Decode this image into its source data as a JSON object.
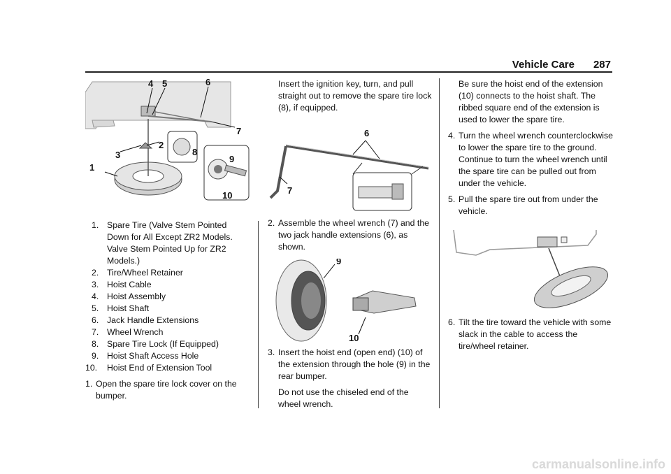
{
  "header": {
    "title": "Vehicle Care",
    "page": "287"
  },
  "legend": [
    {
      "num": "1.",
      "text": "Spare Tire (Valve Stem Pointed Down for All Except ZR2 Models. Valve Stem Pointed Up for ZR2 Models.)"
    },
    {
      "num": "2.",
      "text": "Tire/Wheel Retainer"
    },
    {
      "num": "3.",
      "text": "Hoist Cable"
    },
    {
      "num": "4.",
      "text": "Hoist Assembly"
    },
    {
      "num": "5.",
      "text": "Hoist Shaft"
    },
    {
      "num": "6.",
      "text": "Jack Handle Extensions"
    },
    {
      "num": "7.",
      "text": "Wheel Wrench"
    },
    {
      "num": "8.",
      "text": "Spare Tire Lock (If Equipped)"
    },
    {
      "num": "9.",
      "text": "Hoist Shaft Access Hole"
    },
    {
      "num": "10.",
      "text": "Hoist End of Extension Tool"
    }
  ],
  "steps": {
    "s1": {
      "num": "1.",
      "text": "Open the spare tire lock cover on the bumper."
    },
    "s1_cont": "Insert the ignition key, turn, and pull straight out to remove the spare tire lock (8), if equipped.",
    "s2": {
      "num": "2.",
      "text": "Assemble the wheel wrench (7) and the two jack handle extensions (6), as shown."
    },
    "s3": {
      "num": "3.",
      "text": "Insert the hoist end (open end) (10) of the extension through the hole (9) in the rear bumper."
    },
    "s3_note": "Do not use the chiseled end of the wheel wrench.",
    "s3_cont": "Be sure the hoist end of the extension (10) connects to the hoist shaft. The ribbed square end of the extension is used to lower the spare tire.",
    "s4": {
      "num": "4.",
      "text": "Turn the wheel wrench counterclockwise to lower the spare tire to the ground. Continue to turn the wheel wrench until the spare tire can be pulled out from under the vehicle."
    },
    "s5": {
      "num": "5.",
      "text": "Pull the spare tire out from under the vehicle."
    },
    "s6": {
      "num": "6.",
      "text": "Tilt the tire toward the vehicle with some slack in the cable to access the tire/wheel retainer."
    }
  },
  "figure1_labels": [
    "1",
    "2",
    "3",
    "4",
    "5",
    "6",
    "7",
    "8",
    "9",
    "10"
  ],
  "figure2_labels": [
    "6",
    "7"
  ],
  "figure3_labels": [
    "9",
    "10"
  ],
  "footer": "carmanualsonline.info"
}
